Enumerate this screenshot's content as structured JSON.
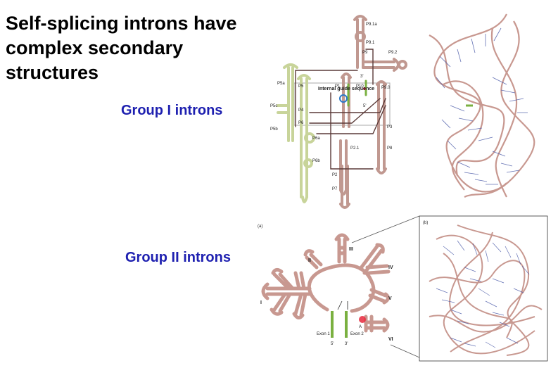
{
  "title": "Self-splicing introns have\ncomplex secondary\nstructures",
  "group1": {
    "label": "Group I introns",
    "stem_labels": [
      "P9.1a",
      "P9.1",
      "P9",
      "P9.2",
      "P5a",
      "P5",
      "P5c",
      "P5b",
      "P4",
      "P6",
      "P6a",
      "P6b",
      "P1",
      "P10",
      "P9.0",
      "P3",
      "P8",
      "P2.1",
      "P2",
      "P7"
    ],
    "igs_label": "Internal guide sequence",
    "marker_3": "3'",
    "marker_5": "5'"
  },
  "group2": {
    "label": "Group II introns",
    "panel_a": "(a)",
    "panel_b": "(b)",
    "domains": [
      "I",
      "II",
      "III",
      "IV",
      "V",
      "VI"
    ],
    "exon1": "Exon 1",
    "exon2": "Exon 2",
    "end5": "5'",
    "end3": "3'",
    "site_a": "A"
  },
  "colors": {
    "label_blue": "#1e20b0",
    "rna_pink": "#c89890",
    "backbone_blue": "#4a5aa8",
    "stem_yellow": "#c8d49a",
    "exon_green": "#7ab040",
    "highlight_red": "#e8283c"
  }
}
